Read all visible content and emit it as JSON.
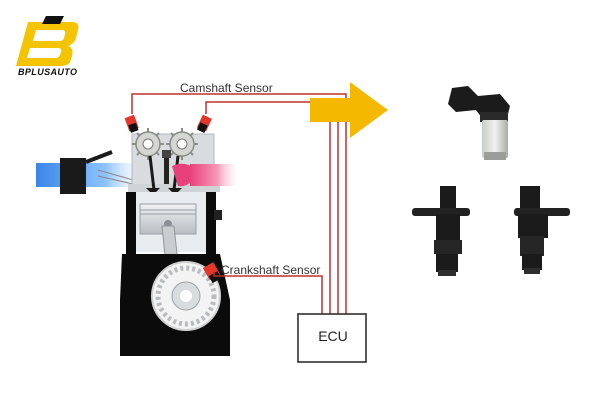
{
  "logo": {
    "letter": "B",
    "text": "BPLUSAUTO",
    "colors": {
      "primary": "#f5c400",
      "dark": "#111111"
    }
  },
  "labels": {
    "camshaft_sensor": "Camshaft Sensor",
    "crankshaft_sensor": "Crankshaft Sensor",
    "ecu": "ECU"
  },
  "colors": {
    "wire": "#c0312b",
    "arrow": "#f5b800",
    "engine_block": "#0b0b0b",
    "engine_gray": "#d8dcdf",
    "intake_blue": "#3a86e8",
    "exhaust_pink": "#e8407a",
    "sensor_connector": "#e2372a",
    "sensor_body": "#1b1b1b"
  },
  "icons": [
    "camshaft-sensor-photo",
    "crankshaft-sensor-photo",
    "crankshaft-sensor-photo-2"
  ]
}
